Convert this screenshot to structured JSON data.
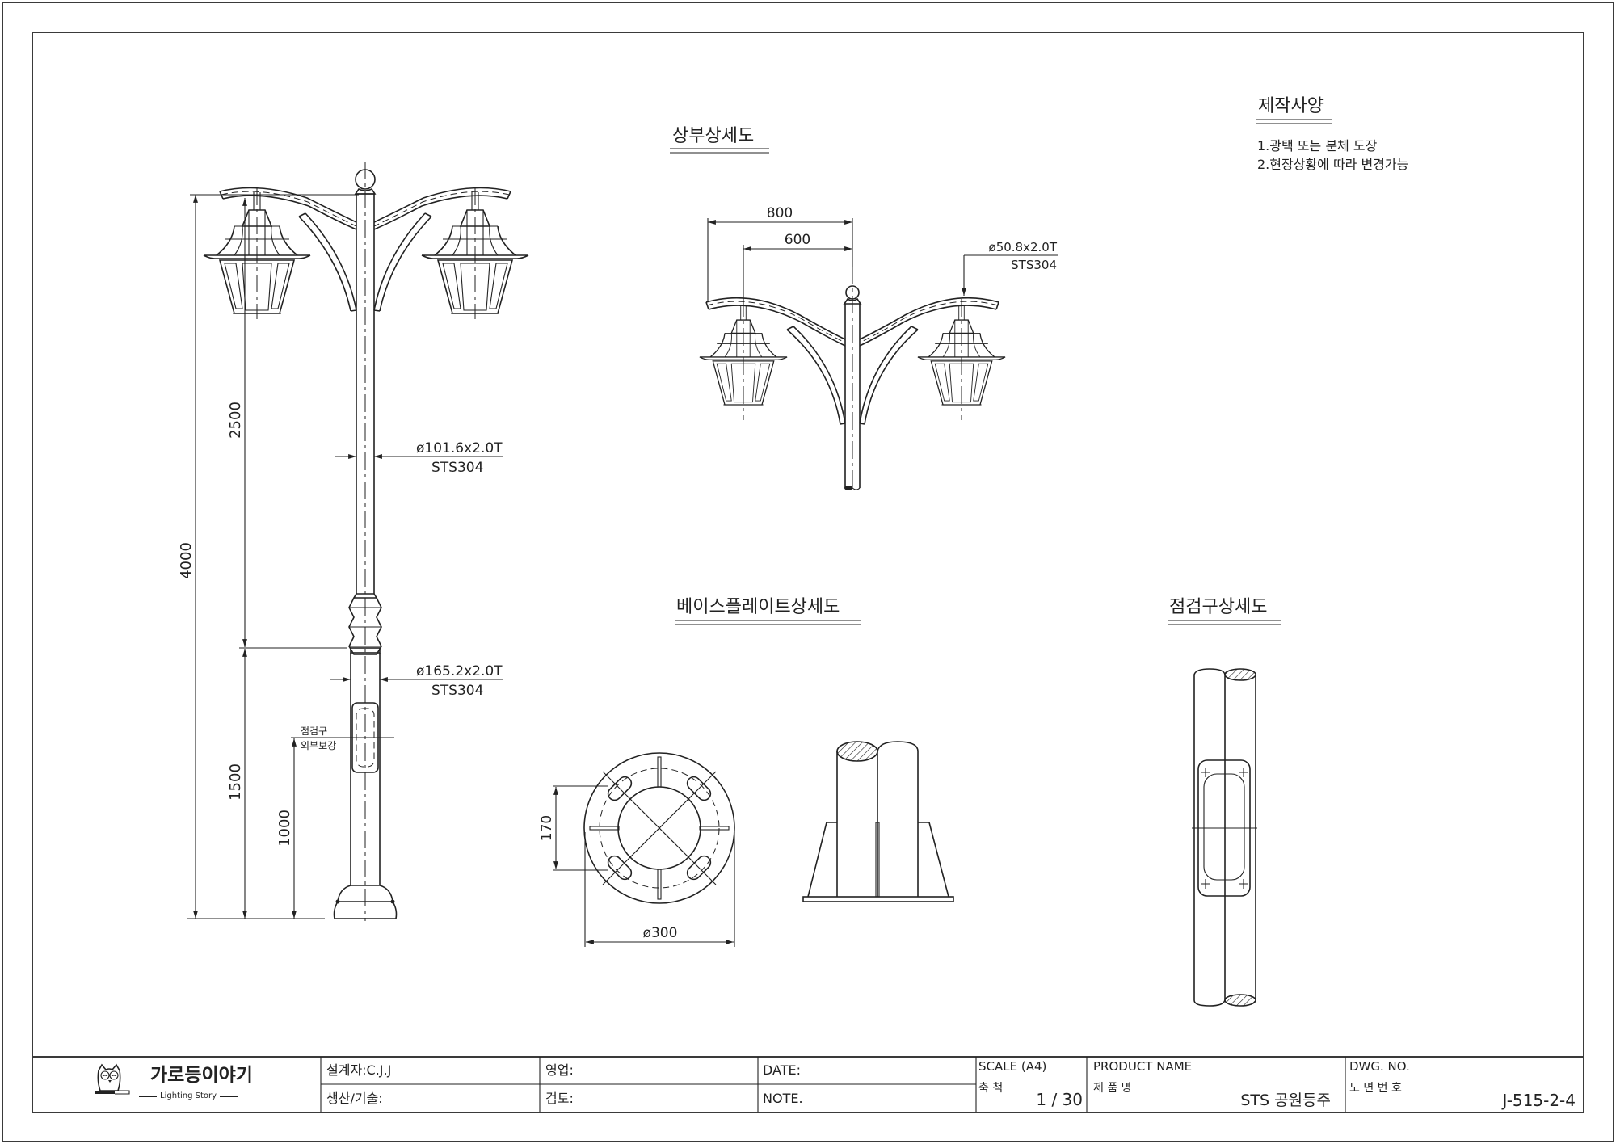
{
  "drawing": {
    "views": {
      "top_detail_title": "상부상세도",
      "base_plate_title": "베이스플레이트상세도",
      "inspection_title": "점검구상세도",
      "spec_title": "제작사양"
    },
    "spec_notes": [
      "1.광택 또는 분체 도장",
      "2.현장상황에 따라 변경가능"
    ],
    "main_elevation": {
      "dim_total_height": "4000",
      "dim_upper": "2500",
      "dim_lower": "1500",
      "dim_inspection_height": "1000",
      "upper_pipe_spec": "ø101.6x2.0T",
      "upper_pipe_material": "STS304",
      "lower_pipe_spec": "ø165.2x2.0T",
      "lower_pipe_material": "STS304",
      "inspection_label_top": "점검구",
      "inspection_label_bottom": "외부보강"
    },
    "top_detail": {
      "dim_outer": "800",
      "dim_inner": "600",
      "arm_pipe_spec": "ø50.8x2.0T",
      "arm_pipe_material": "STS304"
    },
    "base_plate": {
      "dim_bolt_spacing": "170",
      "dim_diameter": "ø300"
    }
  },
  "title_block": {
    "logo_text": "가로등이야기",
    "logo_subtext": "Lighting Story",
    "designer": "설계자:C.J.J",
    "production": "생산/기술:",
    "sales": "영업:",
    "review": "검토:",
    "date_label": "DATE:",
    "note_label": "NOTE.",
    "scale_label": "SCALE (A4)",
    "scale_label_kr": "축 척",
    "scale_value": "1 / 30",
    "product_name_label": "PRODUCT NAME",
    "product_name_label_kr": "제 품 명",
    "product_name": "STS 공원등주",
    "dwg_no_label": "DWG. NO.",
    "dwg_no_label_kr": "도 면 번 호",
    "dwg_no": "J-515-2-4"
  }
}
